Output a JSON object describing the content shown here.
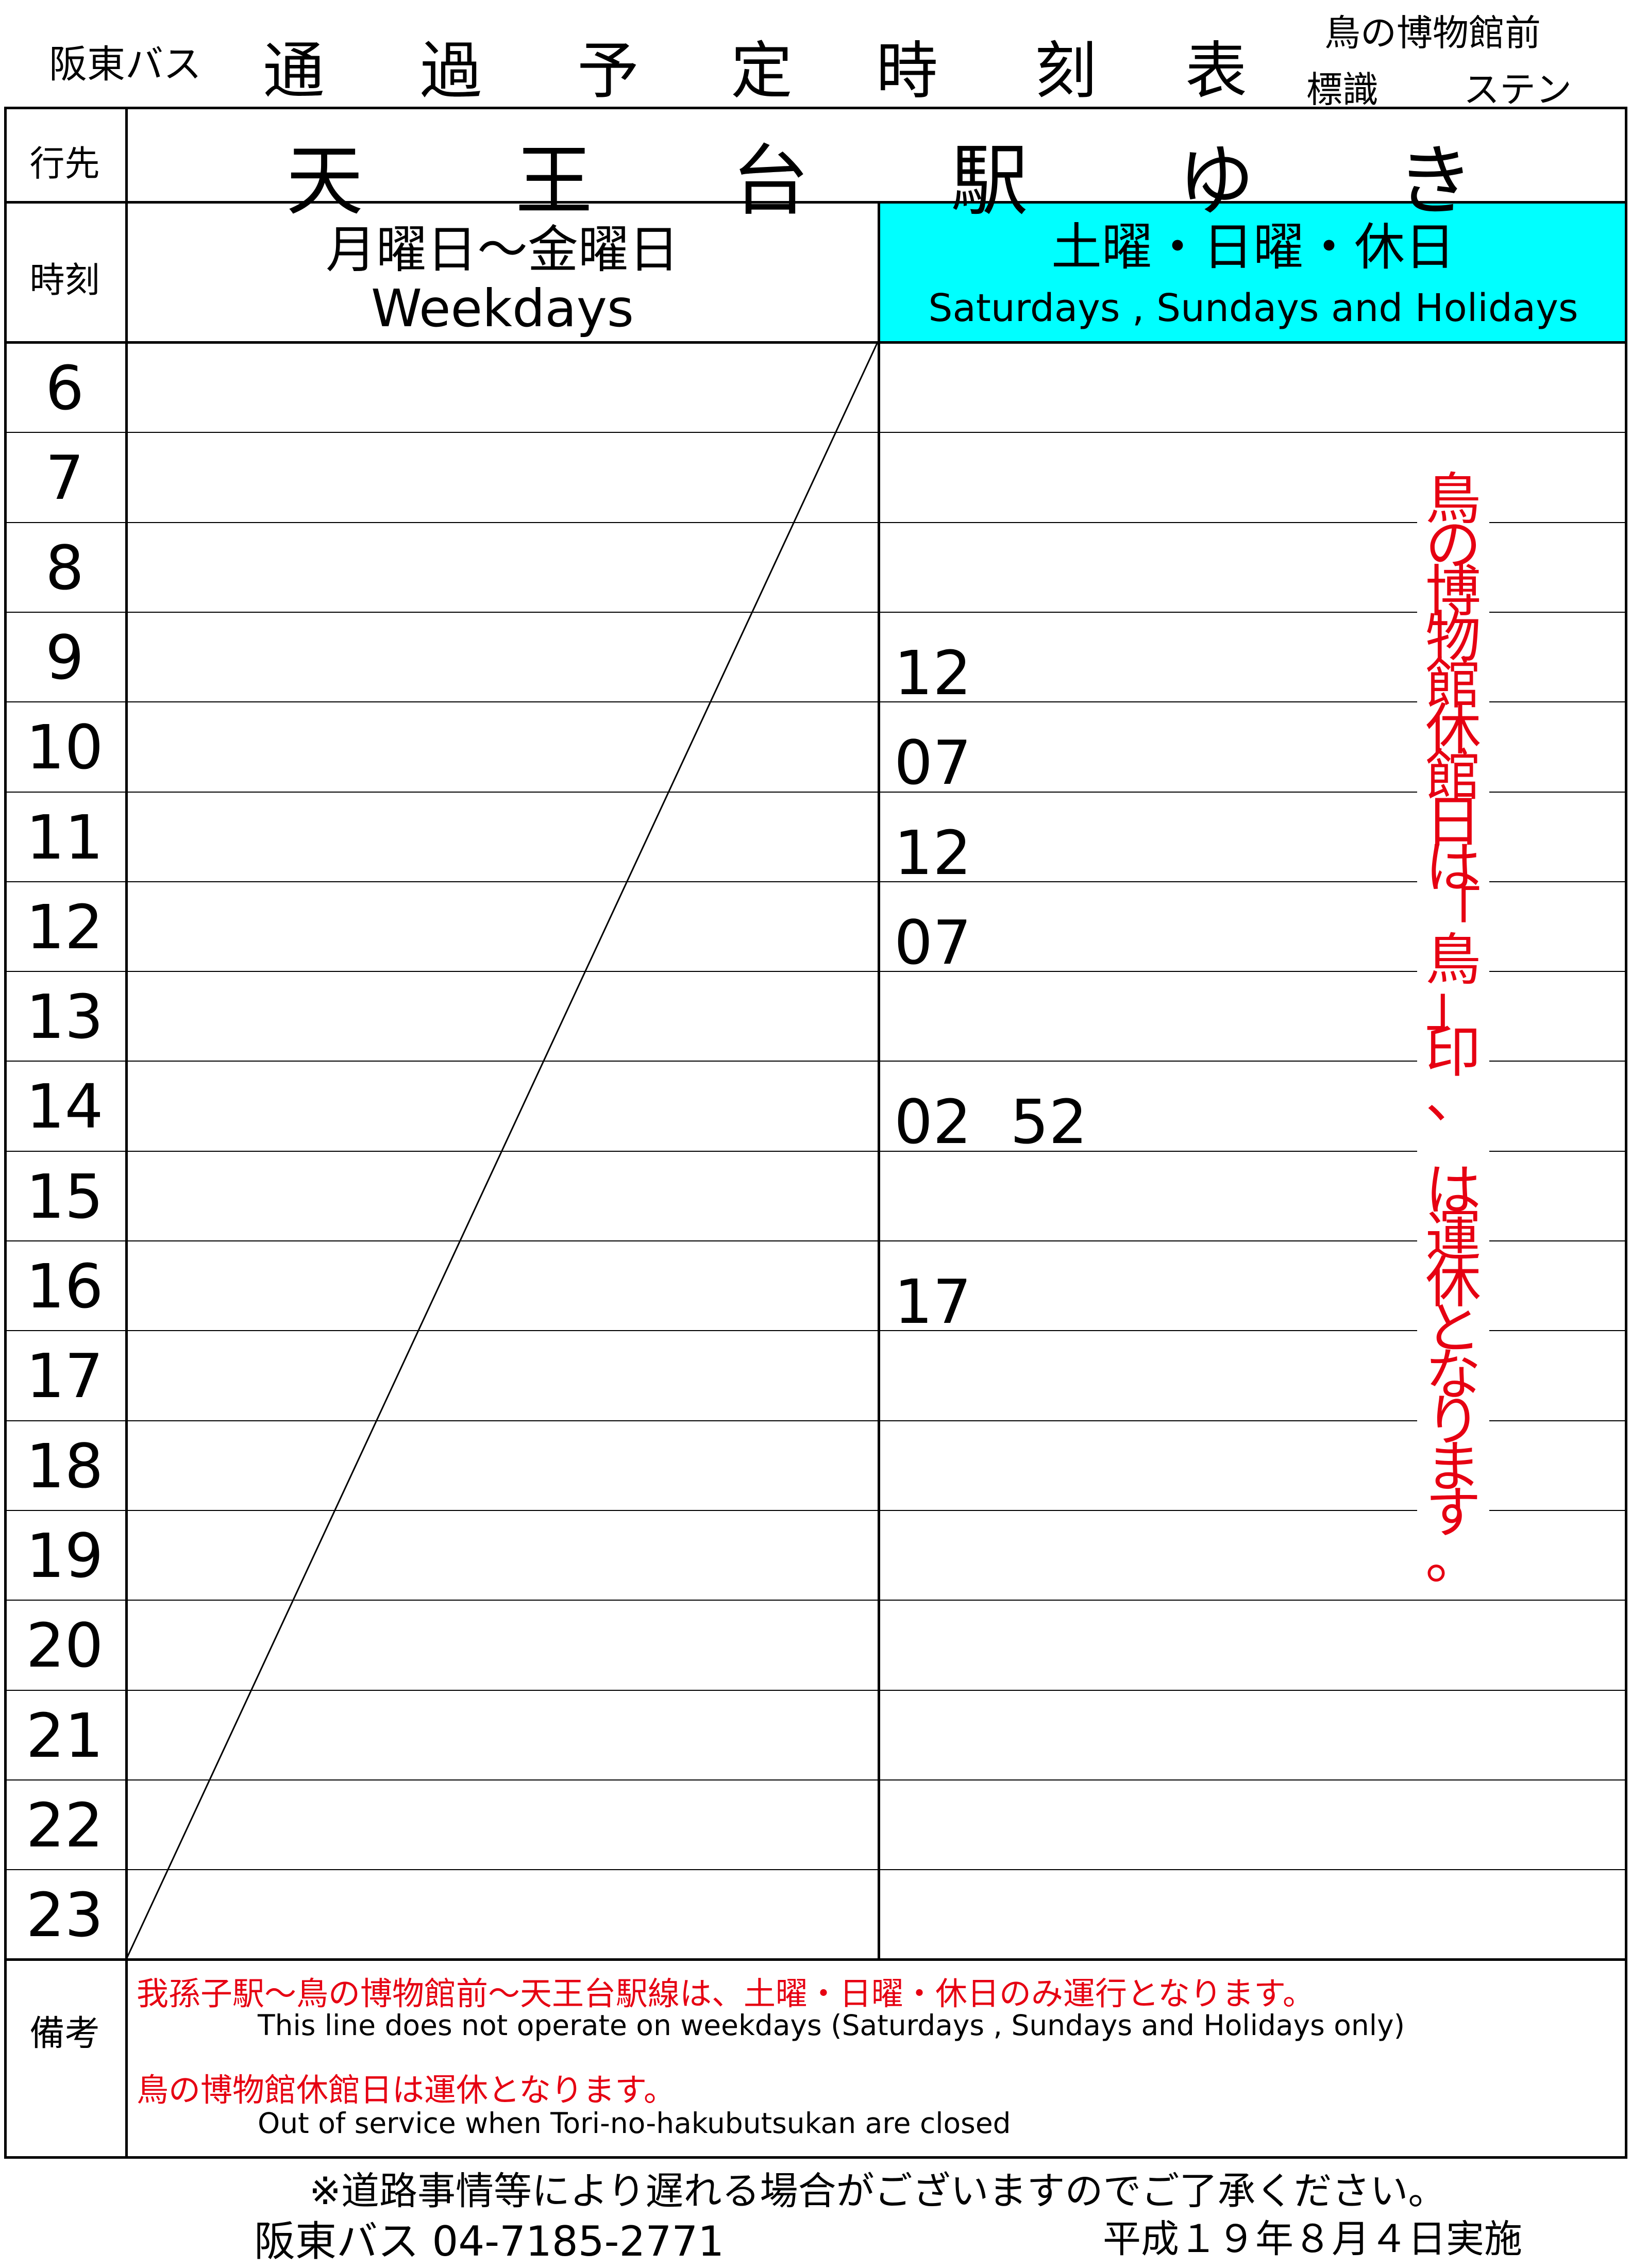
{
  "header": {
    "company": "阪東バス",
    "title_chars": [
      "通",
      "過",
      "予",
      "定",
      "時",
      "刻",
      "表"
    ],
    "stop_name": "鳥の博物館前",
    "stop_sub1": "標識",
    "stop_sub2": "ステン"
  },
  "labels": {
    "destination": "行先",
    "time": "時刻",
    "remarks": "備考"
  },
  "destination_chars": [
    "天",
    "王",
    "台",
    "駅",
    "ゆ",
    "き"
  ],
  "columns": {
    "weekday_jp": "月曜日～金曜日",
    "weekday_en": "Weekdays",
    "holiday_jp": "土曜・日曜・休日",
    "holiday_en": "Saturdays , Sundays and Holidays",
    "holiday_bg": "#00ffff"
  },
  "hours": [
    "6",
    "7",
    "8",
    "9",
    "10",
    "11",
    "12",
    "13",
    "14",
    "15",
    "16",
    "17",
    "18",
    "19",
    "20",
    "21",
    "22",
    "23"
  ],
  "holiday_minutes": {
    "9": "12",
    "10": "07",
    "11": "12",
    "12": "07",
    "14": "02  52",
    "16": "17"
  },
  "notice_chars": [
    "鳥",
    "の",
    "博",
    "物",
    "館",
    "休",
    "館",
    "日",
    "は",
    "「",
    "鳥",
    "」",
    "印",
    "、",
    "",
    "は",
    "運",
    "休",
    "と",
    "な",
    "り",
    "ま",
    "す",
    "。"
  ],
  "notice_color": "#e60012",
  "remarks": {
    "line1_jp": "我孫子駅～鳥の博物館前～天王台駅線は、土曜・日曜・休日のみ運行となります。",
    "line1_en": "This line does not operate on weekdays (Saturdays , Sundays and Holidays only)",
    "line2_jp": "鳥の博物館休館日は運休となります。",
    "line2_en": "Out of service when Tori-no-hakubutsukan are closed"
  },
  "footer": {
    "note": "※道路事情等により遅れる場合がございますのでご了承ください。",
    "tel": "阪東バス 04-7185-2771",
    "date": "平成１９年８月４日実施"
  }
}
